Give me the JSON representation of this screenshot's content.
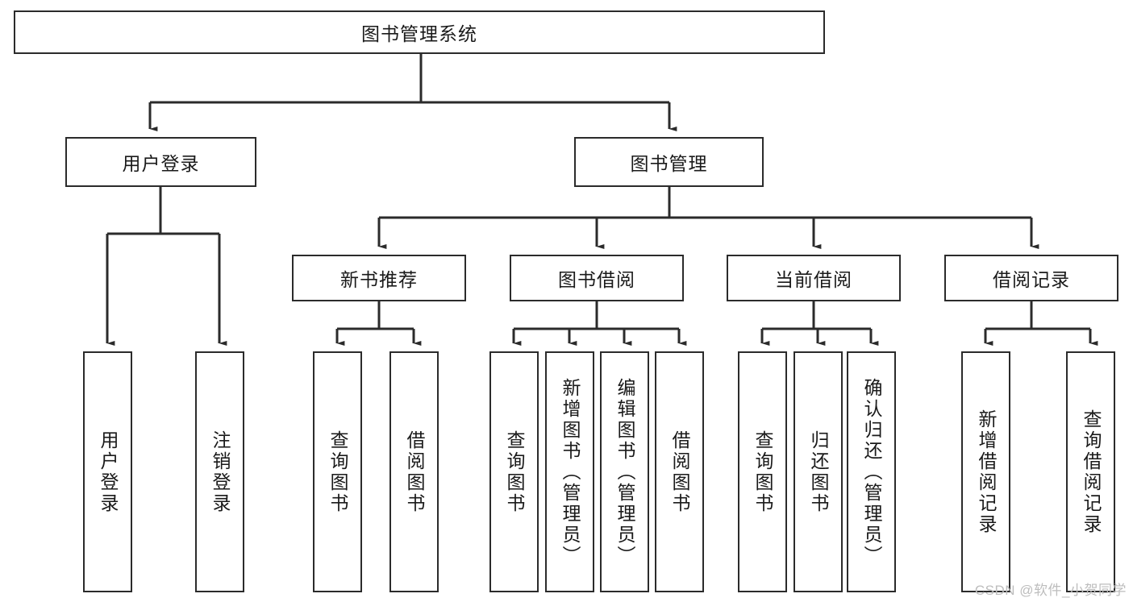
{
  "diagram": {
    "title": "图书管理系统",
    "type": "tree",
    "watermark": "CSDN @软件_小贺同学",
    "colors": {
      "box_border": "#2b2b2b",
      "box_fill": "#ffffff",
      "edge": "#2b2b2b",
      "text": "#1a1a1a",
      "watermark": "#bdbdbd"
    },
    "nodes": {
      "root": {
        "label": "图书管理系统",
        "level": 0
      },
      "l1": [
        {
          "id": "user_login",
          "label": "用户登录"
        },
        {
          "id": "book_mgmt",
          "label": "图书管理"
        }
      ],
      "l2": [
        {
          "id": "new_book_rec",
          "label": "新书推荐",
          "parent": "book_mgmt"
        },
        {
          "id": "book_borrow",
          "label": "图书借阅",
          "parent": "book_mgmt"
        },
        {
          "id": "current_borrow",
          "label": "当前借阅",
          "parent": "book_mgmt"
        },
        {
          "id": "borrow_record",
          "label": "借阅记录",
          "parent": "book_mgmt"
        }
      ],
      "leaves": [
        {
          "id": "leaf_1",
          "label": "用户登录",
          "parent": "user_login"
        },
        {
          "id": "leaf_2",
          "label": "注销登录",
          "parent": "user_login"
        },
        {
          "id": "leaf_3",
          "label": "查询图书",
          "parent": "new_book_rec"
        },
        {
          "id": "leaf_4",
          "label": "借阅图书",
          "parent": "new_book_rec"
        },
        {
          "id": "leaf_5",
          "label": "查询图书",
          "parent": "book_borrow"
        },
        {
          "id": "leaf_6",
          "label": "新增图书（管理员）",
          "parent": "book_borrow"
        },
        {
          "id": "leaf_7",
          "label": "编辑图书（管理员）",
          "parent": "book_borrow"
        },
        {
          "id": "leaf_8",
          "label": "借阅图书",
          "parent": "book_borrow"
        },
        {
          "id": "leaf_9",
          "label": "查询图书",
          "parent": "current_borrow"
        },
        {
          "id": "leaf_10",
          "label": "归还图书",
          "parent": "current_borrow"
        },
        {
          "id": "leaf_11",
          "label": "确认归还（管理员）",
          "parent": "current_borrow"
        },
        {
          "id": "leaf_12",
          "label": "新增借阅记录",
          "parent": "borrow_record"
        },
        {
          "id": "leaf_13",
          "label": "查询借阅记录",
          "parent": "borrow_record"
        }
      ]
    }
  }
}
